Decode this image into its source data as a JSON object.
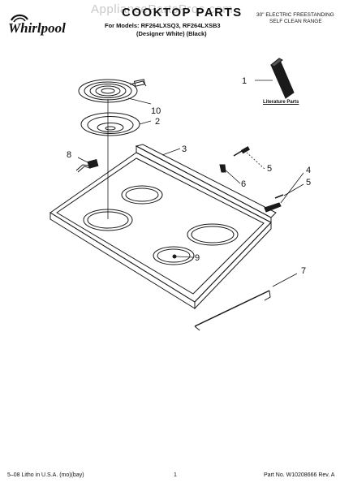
{
  "header": {
    "brand": "Whirlpool",
    "watermark": "AppliancePartsPros.com",
    "title": "COOKTOP PARTS",
    "models": "For Models: RF264LXSQ3, RF264LXSB3",
    "variants": "(Designer White)    (Black)",
    "product_line1": "30\" ELECTRIC FREESTANDING",
    "product_line2": "SELF CLEAN RANGE"
  },
  "literature_label": "Literature Parts",
  "callouts": [
    "1",
    "10",
    "2",
    "3",
    "8",
    "5",
    "6",
    "4",
    "5",
    "9",
    "7"
  ],
  "footer": {
    "left": "5–08 Litho in U.S.A. (mo)(bay)",
    "page": "1",
    "right": "Part No. W10208666 Rev. A"
  },
  "colors": {
    "line": "#1a1a1a",
    "watermark": "#c9c9c9"
  }
}
